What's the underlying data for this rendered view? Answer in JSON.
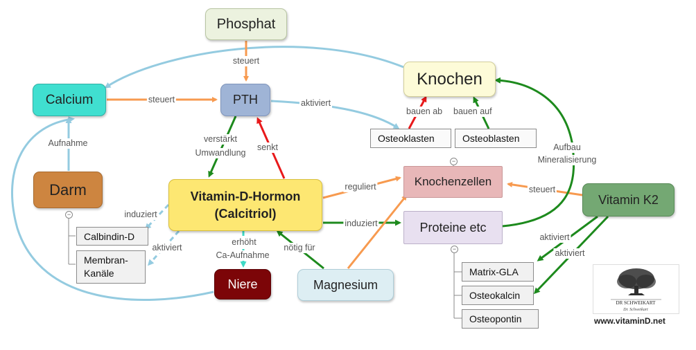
{
  "nodes": {
    "phosphat": "Phosphat",
    "calcium": "Calcium",
    "pth": "PTH",
    "knochen": "Knochen",
    "osteoklasten": "Osteoklasten",
    "osteoblasten": "Osteoblasten",
    "darm": "Darm",
    "vitamin_d_line1": "Vitamin-D-Hormon",
    "vitamin_d_line2": "(Calcitriol)",
    "knochenzellen": "Knochenzellen",
    "vitamin_k2": "Vitamin K2",
    "proteine": "Proteine etc",
    "calbindin": "Calbindin-D",
    "membran_line1": "Membran-",
    "membran_line2": "Kanäle",
    "niere": "Niere",
    "magnesium": "Magnesium",
    "matrix_gla": "Matrix-GLA",
    "osteokalcin": "Osteokalcin",
    "osteopontin": "Osteopontin"
  },
  "edge_labels": {
    "phosphat_pth": "steuert",
    "calcium_pth": "steuert",
    "pth_osteoklasten": "aktiviert",
    "bauen_ab": "bauen ab",
    "bauen_auf": "bauen auf",
    "aufnahme": "Aufnahme",
    "verstaerkt_1": "verstärkt",
    "verstaerkt_2": "Umwandlung",
    "senkt": "senkt",
    "aufbau_1": "Aufbau",
    "aufbau_2": "Mineralisierung",
    "reguliert": "reguliert",
    "steuert_k2": "steuert",
    "induziert_calbindin": "induziert",
    "induziert_proteine": "induziert",
    "aktiviert_membran": "aktiviert",
    "erhoeht_1": "erhöht",
    "erhoeht_2": "Ca-Aufnahme",
    "noetig_fuer": "nötig für",
    "aktiviert_matrix": "aktiviert",
    "aktiviert_osteokalcin": "aktiviert"
  },
  "logo": {
    "line1": "DR SCHWEIKART",
    "line2": "Dr. Schweikart"
  },
  "website": "www.vitaminD.net",
  "colors": {
    "orange": "#f79a4f",
    "green": "#1d8a1d",
    "red": "#e8191b",
    "lightblue": "#94cbe0",
    "teal": "#3fd9c6"
  }
}
